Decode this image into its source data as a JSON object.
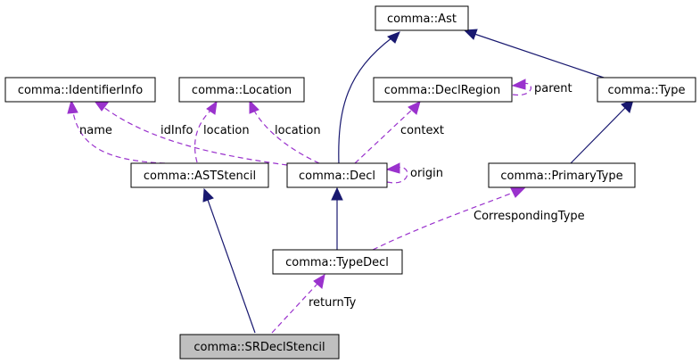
{
  "colors": {
    "inheritance": "#191970",
    "usage": "#9a32cd",
    "highlight_fill": "#bfbfbf"
  },
  "nodes": {
    "ast": "comma::Ast",
    "identifier_info": "comma::IdentifierInfo",
    "location": "comma::Location",
    "decl_region": "comma::DeclRegion",
    "type": "comma::Type",
    "ast_stencil": "comma::ASTStencil",
    "decl": "comma::Decl",
    "primary_type": "comma::PrimaryType",
    "type_decl": "comma::TypeDecl",
    "sr_decl_stencil": "comma::SRDeclStencil"
  },
  "edge_labels": {
    "parent": "parent",
    "name": "name",
    "id_info": "idInfo",
    "location_stencil": "location",
    "location_decl": "location",
    "context": "context",
    "origin": "origin",
    "corresponding_type": "CorrespondingType",
    "return_ty": "returnTy"
  }
}
